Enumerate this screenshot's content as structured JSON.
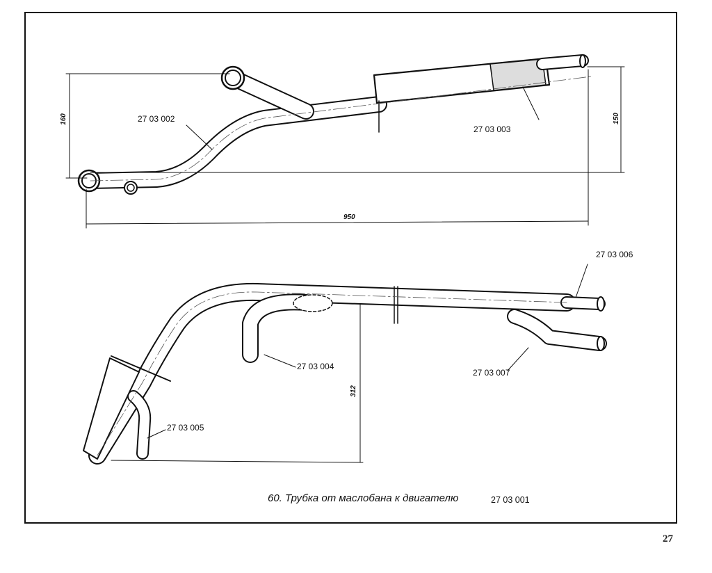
{
  "figure": {
    "caption": "60. Трубка от маслобана к двигателю",
    "part_number": "27 03 001"
  },
  "top_assembly": {
    "dimensions": {
      "height_left": "160",
      "height_right": "150",
      "length": "950"
    },
    "callouts": [
      "27 03 002",
      "27 03 003"
    ]
  },
  "bottom_assembly": {
    "dimensions": {
      "height": "312"
    },
    "callouts": [
      "27 03 006",
      "27 03 004",
      "27 03 007",
      "27 03 005"
    ]
  },
  "page_number": "27"
}
